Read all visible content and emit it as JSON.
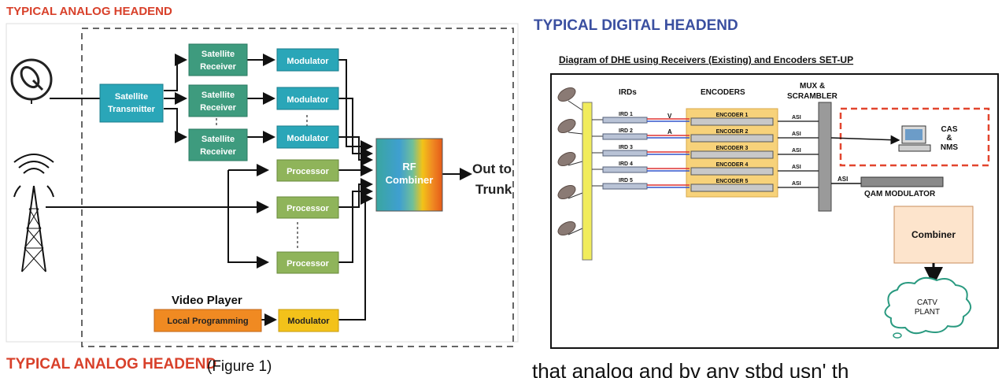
{
  "analog": {
    "top_title": "TYPICAL ANALOG HEADEND",
    "bottom_title": "TYPICAL ANALOG HEADEND",
    "figure_label": "(Figure 1)",
    "sat_transmitter": [
      "Satellite",
      "Transmitter"
    ],
    "sat_receiver": [
      "Satellite",
      "Receiver"
    ],
    "modulator": "Modulator",
    "processor": "Processor",
    "rf_combiner": [
      "RF",
      "Combiner"
    ],
    "out_to_trunk": [
      "Out to",
      "Trunk"
    ],
    "video_player": "Video Player",
    "local_programming": "Local Programming",
    "colors": {
      "title": "#d8402a",
      "teal": "#2aa6b8",
      "green": "#3e9b7e",
      "olive": "#8fb45a",
      "orange": "#f08a22",
      "yellow": "#f3c21a"
    }
  },
  "digital": {
    "title": "TYPICAL DIGITAL HEADEND",
    "diagram_title": "Diagram of DHE using Receivers (Existing) and Encoders SET-UP",
    "col_irds": "IRDs",
    "col_encoders": "ENCODERS",
    "mux_label": [
      "MUX &",
      "SCRAMBLER"
    ],
    "irds": [
      "IRD 1",
      "IRD 2",
      "IRD 3",
      "IRD 4",
      "IRD 5"
    ],
    "encoders": [
      "ENCODER 1",
      "ENCODER 2",
      "ENCODER 3",
      "ENCODER 4",
      "ENCODER 5"
    ],
    "signal_v": "V",
    "signal_a": "A",
    "asi": "ASI",
    "cas_nms": [
      "CAS",
      "&",
      "NMS"
    ],
    "qam": "QAM MODULATOR",
    "combiner": "Combiner",
    "catv": [
      "CATV",
      "PLANT"
    ],
    "colors": {
      "title": "#3a4fa0",
      "encoder_bg": "#f7d27a",
      "cas_border": "#e2452e",
      "combiner": "#fde4cc"
    }
  },
  "bottom_text": "that analog and bv any stbd usn' th"
}
